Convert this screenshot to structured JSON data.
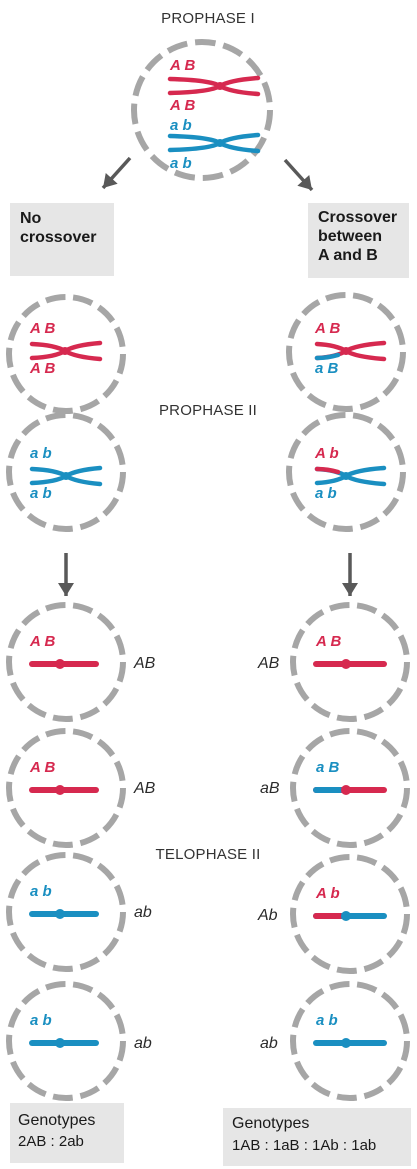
{
  "colors": {
    "membrane": "#a6a6a6",
    "red": "#d6294f",
    "blue": "#1a8fc1",
    "arrow": "#595959",
    "box": "#e6e6e6"
  },
  "labels": {
    "prophase1": "PROPHASE I",
    "prophase2": "PROPHASE II",
    "telophase2": "TELOPHASE II"
  },
  "boxes": {
    "no_crossover": "No\ncrossover",
    "crossover": "Crossover\nbetween\nA and B"
  },
  "genotype_labels": {
    "left": [
      "AB",
      "AB",
      "ab",
      "ab"
    ],
    "right": [
      "AB",
      "aB",
      "Ab",
      "ab"
    ]
  },
  "summary": {
    "left": {
      "title": "Genotypes",
      "line": "2AB : 2ab"
    },
    "right": {
      "title": "Genotypes",
      "line": "1AB : 1aB : 1Ab : 1ab"
    }
  },
  "cells": [
    {
      "id": "prophase1-cell",
      "allele_rows": [
        [
          "A",
          "B",
          "red"
        ],
        [
          "A",
          "B",
          "red"
        ],
        [
          "a",
          "b",
          "blue"
        ],
        [
          "a",
          "b",
          "blue"
        ]
      ]
    },
    {
      "id": "p2-left-red",
      "allele_rows": [
        [
          "A",
          "B",
          "red"
        ],
        [
          "A",
          "B",
          "red"
        ]
      ]
    },
    {
      "id": "p2-left-blue",
      "allele_rows": [
        [
          "a",
          "b",
          "blue"
        ],
        [
          "a",
          "b",
          "blue"
        ]
      ]
    },
    {
      "id": "p2-right-red",
      "allele_rows": [
        [
          "A",
          "B",
          "red"
        ],
        [
          "a",
          "B",
          "blue"
        ]
      ]
    },
    {
      "id": "p2-right-blue",
      "allele_rows": [
        [
          "A",
          "b",
          "red"
        ],
        [
          "a",
          "b",
          "blue"
        ]
      ]
    },
    {
      "id": "t2-left-1",
      "allele_rows": [
        [
          "A",
          "B",
          "red"
        ]
      ]
    },
    {
      "id": "t2-left-2",
      "allele_rows": [
        [
          "A",
          "B",
          "red"
        ]
      ]
    },
    {
      "id": "t2-left-3",
      "allele_rows": [
        [
          "a",
          "b",
          "blue"
        ]
      ]
    },
    {
      "id": "t2-left-4",
      "allele_rows": [
        [
          "a",
          "b",
          "blue"
        ]
      ]
    },
    {
      "id": "t2-right-1",
      "allele_rows": [
        [
          "A",
          "B",
          "red"
        ]
      ]
    },
    {
      "id": "t2-right-2",
      "allele_rows": [
        [
          "a",
          "B",
          "blue"
        ]
      ]
    },
    {
      "id": "t2-right-3",
      "allele_rows": [
        [
          "A",
          "b",
          "red"
        ]
      ]
    },
    {
      "id": "t2-right-4",
      "allele_rows": [
        [
          "a",
          "b",
          "blue"
        ]
      ]
    }
  ]
}
